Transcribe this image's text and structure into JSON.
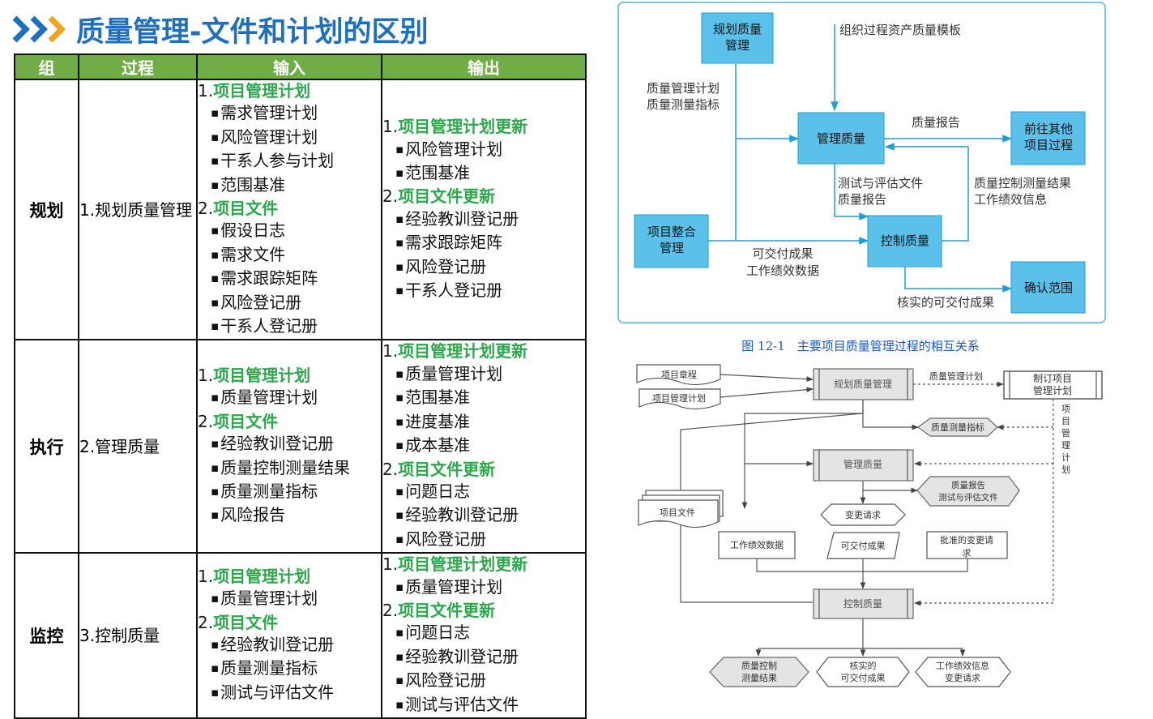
{
  "title": {
    "text": "质量管理-文件和计划的区别",
    "icon": "triple-chevron-right-icon",
    "color": "#1f6fbf"
  },
  "table": {
    "headers": [
      "组",
      "过程",
      "输入",
      "输出"
    ],
    "header_color": "#70ad47",
    "heading_color": "#2aa84a",
    "rows": [
      {
        "group": "规划",
        "process": "1.规划质量管理",
        "inputs": [
          {
            "kind": "hd",
            "num": "1.",
            "text": "项目管理计划"
          },
          {
            "kind": "sub",
            "text": "需求管理计划"
          },
          {
            "kind": "sub",
            "text": "风险管理计划"
          },
          {
            "kind": "sub",
            "text": "干系人参与计划"
          },
          {
            "kind": "sub",
            "text": "范围基准"
          },
          {
            "kind": "hd",
            "num": "2.",
            "text": "项目文件"
          },
          {
            "kind": "sub",
            "text": "假设日志"
          },
          {
            "kind": "sub",
            "text": "需求文件"
          },
          {
            "kind": "sub",
            "text": "需求跟踪矩阵"
          },
          {
            "kind": "sub",
            "text": "风险登记册"
          },
          {
            "kind": "sub",
            "text": "干系人登记册"
          }
        ],
        "outputs": [
          {
            "kind": "hd",
            "num": "1.",
            "text": "项目管理计划更新"
          },
          {
            "kind": "sub",
            "text": "风险管理计划"
          },
          {
            "kind": "sub",
            "text": "范围基准"
          },
          {
            "kind": "hd",
            "num": "2.",
            "text": "项目文件更新"
          },
          {
            "kind": "sub",
            "text": "经验教训登记册"
          },
          {
            "kind": "sub",
            "text": "需求跟踪矩阵"
          },
          {
            "kind": "sub",
            "text": "风险登记册"
          },
          {
            "kind": "sub",
            "text": "干系人登记册"
          }
        ]
      },
      {
        "group": "执行",
        "process": "2.管理质量",
        "inputs": [
          {
            "kind": "hd",
            "num": "1.",
            "text": "项目管理计划"
          },
          {
            "kind": "sub",
            "text": "质量管理计划"
          },
          {
            "kind": "hd",
            "num": "2.",
            "text": "项目文件"
          },
          {
            "kind": "sub",
            "text": "经验教训登记册"
          },
          {
            "kind": "sub",
            "text": "质量控制测量结果"
          },
          {
            "kind": "sub",
            "text": "质量测量指标"
          },
          {
            "kind": "sub",
            "text": "风险报告"
          }
        ],
        "outputs": [
          {
            "kind": "hd",
            "num": "1.",
            "text": "项目管理计划更新"
          },
          {
            "kind": "sub",
            "text": "质量管理计划"
          },
          {
            "kind": "sub",
            "text": "范围基准"
          },
          {
            "kind": "sub",
            "text": "进度基准"
          },
          {
            "kind": "sub",
            "text": "成本基准"
          },
          {
            "kind": "hd",
            "num": "2.",
            "text": "项目文件更新"
          },
          {
            "kind": "sub",
            "text": "问题日志"
          },
          {
            "kind": "sub",
            "text": "经验教训登记册"
          },
          {
            "kind": "sub",
            "text": "风险登记册"
          }
        ]
      },
      {
        "group": "监控",
        "process": "3.控制质量",
        "inputs": [
          {
            "kind": "hd",
            "num": "1.",
            "text": "项目管理计划"
          },
          {
            "kind": "sub",
            "text": "质量管理计划"
          },
          {
            "kind": "hd",
            "num": "2.",
            "text": "项目文件"
          },
          {
            "kind": "sub",
            "text": "经验教训登记册"
          },
          {
            "kind": "sub",
            "text": "质量测量指标"
          },
          {
            "kind": "sub",
            "text": "测试与评估文件"
          }
        ],
        "outputs": [
          {
            "kind": "hd",
            "num": "1.",
            "text": "项目管理计划更新"
          },
          {
            "kind": "sub",
            "text": "质量管理计划"
          },
          {
            "kind": "hd",
            "num": "2.",
            "text": "项目文件更新"
          },
          {
            "kind": "sub",
            "text": "问题日志"
          },
          {
            "kind": "sub",
            "text": "经验教训登记册"
          },
          {
            "kind": "sub",
            "text": "风险登记册"
          },
          {
            "kind": "sub",
            "text": "测试与评估文件"
          }
        ]
      }
    ]
  },
  "figure1": {
    "caption": "图 12-1　主要项目质量管理过程的相互关系",
    "box_color": "#5bc0ea",
    "frame_color": "#7cc6e3",
    "nodes": {
      "plan": "规划质量管理",
      "manage": "管理质量",
      "control": "控制质量",
      "integration": "项目整合管理",
      "other": "前往其他项目过程",
      "scope": "确认范围"
    },
    "labels": {
      "opa": "组织过程资产质量模板",
      "plan_out": "质量管理计划\n质量测量指标",
      "quality_report": "质量报告",
      "test_docs": "测试与评估文件\n质量报告",
      "qc_results": "质量控制测量结果\n工作绩效信息",
      "deliverables": "可交付成果\n工作绩效数据",
      "verified": "核实的可交付成果"
    }
  },
  "figure2": {
    "charter": "项目章程",
    "pm_plan_in": "项目管理计划",
    "plan": "规划质量管理",
    "qm_plan": "质量管理计划",
    "develop_plan": "制订项目\n管理计划",
    "vertical_label": "项目管理计划",
    "metrics": "质量测量指标",
    "manage": "管理质量",
    "report": "质量报告\n测试与评估文件",
    "change_req": "变更请求",
    "project_docs": "项目文件",
    "wpd": "工作绩效数据",
    "deliverables": "可交付成果",
    "approved_cr": "批准的变更请\n求",
    "control": "控制质量",
    "out_qc": "质量控制\n测量结果",
    "out_verified": "核实的\n可交付成果",
    "out_wpi": "工作绩效信息\n变更请求"
  }
}
